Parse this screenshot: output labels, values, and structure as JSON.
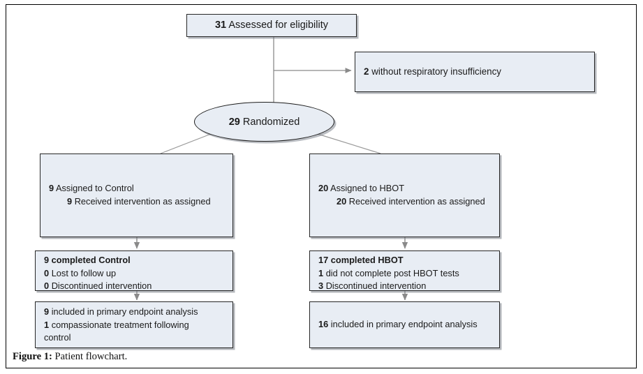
{
  "figure": {
    "caption_label": "Figure 1:",
    "caption_text": "Patient flowchart."
  },
  "colors": {
    "node_fill": "#e8edf4",
    "node_border": "#262626",
    "connector": "#8a8a8a",
    "frame_border": "#000000"
  },
  "flowchart": {
    "type": "consort-flow-diagram",
    "nodes": {
      "assessed": {
        "count": "31",
        "label": "Assessed for eligibility",
        "shape": "rectangle"
      },
      "excluded": {
        "count": "2",
        "label": "without respiratory insufficiency",
        "shape": "rectangle"
      },
      "randomized": {
        "count": "29",
        "label": "Randomized",
        "shape": "ellipse"
      },
      "assigned_control": {
        "line1_count": "9",
        "line1_label": "Assigned to Control",
        "line2_count": "9",
        "line2_label": "Received intervention as assigned"
      },
      "assigned_hbot": {
        "line1_count": "20",
        "line1_label": "Assigned to HBOT",
        "line2_count": "20",
        "line2_label": "Received intervention as assigned"
      },
      "completed_control": {
        "line1": "9 completed Control",
        "line2_count": "0",
        "line2_label": "Lost to follow up",
        "line3_count": "0",
        "line3_label": "Discontinued intervention"
      },
      "completed_hbot": {
        "line1": "17 completed HBOT",
        "line2_count": "1",
        "line2_label": "did not complete post HBOT tests",
        "line3_count": "3",
        "line3_label": "Discontinued intervention"
      },
      "analysis_control": {
        "line1_count": "9",
        "line1_label": "included in primary endpoint analysis",
        "line2_count": "1",
        "line2_label": "compassionate treatment following",
        "line3_label": "control"
      },
      "analysis_hbot": {
        "line1_count": "16",
        "line1_label": "included in primary endpoint analysis"
      }
    },
    "edges": [
      {
        "from": "assessed",
        "to": "randomized",
        "style": "line"
      },
      {
        "from": "assessed",
        "to": "excluded",
        "style": "arrow"
      },
      {
        "from": "randomized",
        "to": "assigned_control",
        "style": "line"
      },
      {
        "from": "randomized",
        "to": "assigned_hbot",
        "style": "line"
      },
      {
        "from": "assigned_control",
        "to": "completed_control",
        "style": "arrow"
      },
      {
        "from": "assigned_hbot",
        "to": "completed_hbot",
        "style": "arrow"
      },
      {
        "from": "completed_control",
        "to": "analysis_control",
        "style": "arrow"
      },
      {
        "from": "completed_hbot",
        "to": "analysis_hbot",
        "style": "arrow"
      }
    ]
  }
}
